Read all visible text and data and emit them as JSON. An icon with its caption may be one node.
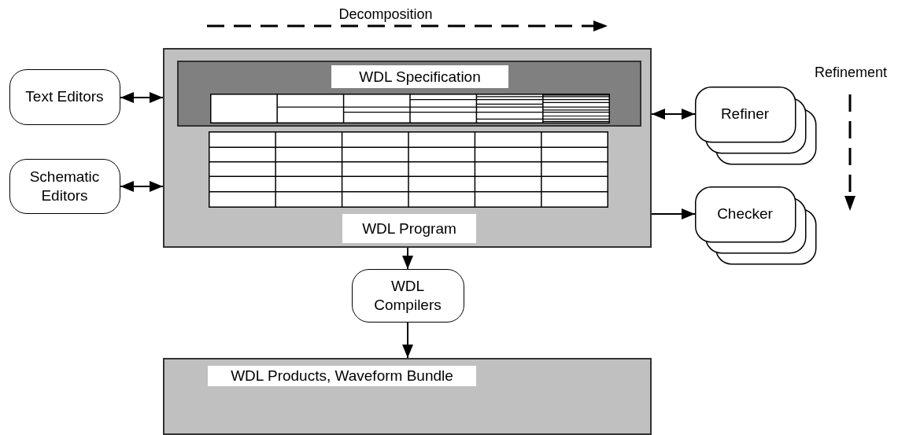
{
  "diagram": {
    "nodes": [
      {
        "text": [
          "WDL Program"
        ]
      },
      {
        "text": [
          "WDL Specification"
        ],
        "in": 0
      },
      {
        "text": [
          "Text Editors"
        ]
      },
      {
        "text": [
          "Schematic Editors"
        ]
      },
      {
        "text": [
          "Refiner"
        ]
      },
      {
        "text": [
          "Checker"
        ]
      },
      {
        "text": [
          "WDL Compilers"
        ]
      },
      {
        "text": [
          "WDL Products, Waveform Bundle"
        ]
      }
    ],
    "edges": [
      {
        "from": 2,
        "to": 0,
        "arrow": "both"
      },
      {
        "from": 3,
        "to": 0,
        "arrow": "both"
      },
      {
        "from": 0,
        "to": 4,
        "arrow": "both"
      },
      {
        "from": 0,
        "to": 5,
        "arrow": "to"
      },
      {
        "from": 0,
        "to": 6,
        "arrow": "to"
      },
      {
        "from": 6,
        "to": 7,
        "arrow": "to"
      }
    ],
    "labels": [
      "Decomposition",
      "Refinement"
    ]
  }
}
